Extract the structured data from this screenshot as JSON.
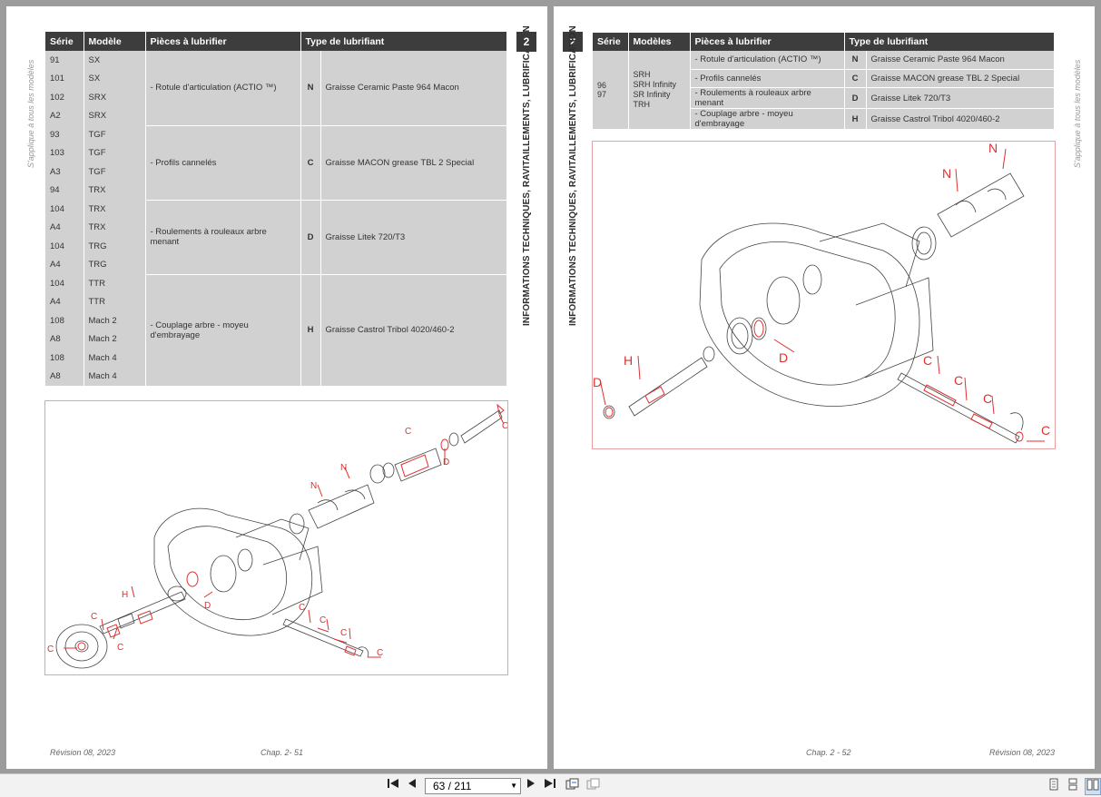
{
  "left_page": {
    "side_note": "S'applique à tous les modèles",
    "vertical_title": "INFORMATIONS TECHNIQUES, RAVITAILLEMENTS, LUBRIFICATION",
    "chapter_number": "2",
    "table": {
      "headers": [
        "Série",
        "Modèle",
        "Pièces à lubrifier",
        "Type de lubrifiant"
      ],
      "rows": [
        {
          "serie": "91",
          "modele": "SX"
        },
        {
          "serie": "101",
          "modele": "SX"
        },
        {
          "serie": "102",
          "modele": "SRX"
        },
        {
          "serie": "A2",
          "modele": "SRX"
        },
        {
          "serie": "93",
          "modele": "TGF"
        },
        {
          "serie": "103",
          "modele": "TGF"
        },
        {
          "serie": "A3",
          "modele": "TGF"
        },
        {
          "serie": "94",
          "modele": "TRX"
        },
        {
          "serie": "104",
          "modele": "TRX"
        },
        {
          "serie": "A4",
          "modele": "TRX"
        },
        {
          "serie": "104",
          "modele": "TRG"
        },
        {
          "serie": "A4",
          "modele": "TRG"
        },
        {
          "serie": "104",
          "modele": "TTR"
        },
        {
          "serie": "A4",
          "modele": "TTR"
        },
        {
          "serie": "108",
          "modele": "Mach 2"
        },
        {
          "serie": "A8",
          "modele": "Mach 2"
        },
        {
          "serie": "108",
          "modele": "Mach 4"
        },
        {
          "serie": "A8",
          "modele": "Mach 4"
        }
      ],
      "groups": [
        {
          "piece": "- Rotule d'articulation (ACTIO ™)",
          "code": "N",
          "lubrifiant": "Graisse Ceramic Paste 964 Macon"
        },
        {
          "piece": "- Profils cannelés",
          "code": "C",
          "lubrifiant": "Graisse MACON grease TBL 2 Special"
        },
        {
          "piece": "- Roulements à rouleaux arbre menant",
          "code": "D",
          "lubrifiant": "Graisse Litek 720/T3"
        },
        {
          "piece": "- Couplage arbre - moyeu d'embrayage",
          "code": "H",
          "lubrifiant": "Graisse Castrol Tribol 4020/460-2"
        }
      ]
    },
    "diagram_labels": [
      "C",
      "C",
      "N",
      "N",
      "D",
      "H",
      "D",
      "C",
      "C",
      "C",
      "C",
      "C",
      "C",
      "C"
    ],
    "footer_left": "Révision 08, 2023",
    "footer_center": "Chap. 2- 51"
  },
  "right_page": {
    "side_note": "S'applique à tous les modèles",
    "vertical_title": "INFORMATIONS TECHNIQUES, RAVITAILLEMENTS, LUBRIFICATION",
    "chapter_number": "2",
    "table": {
      "headers": [
        "Série",
        "Modèles",
        "Pièces à lubrifier",
        "Type de lubrifiant"
      ],
      "serie": "96\n97",
      "modeles": "SRH\nSRH Infinity\nSR Infinity\nTRH",
      "rows": [
        {
          "piece": "- Rotule d'articulation (ACTIO ™)",
          "code": "N",
          "lubrifiant": "Graisse Ceramic Paste 964 Macon"
        },
        {
          "piece": "- Profils cannelés",
          "code": "C",
          "lubrifiant": "Graisse MACON grease TBL 2 Special"
        },
        {
          "piece": "- Roulements à rouleaux arbre menant",
          "code": "D",
          "lubrifiant": "Graisse Litek 720/T3"
        },
        {
          "piece": "- Couplage arbre - moyeu d'embrayage",
          "code": "H",
          "lubrifiant": "Graisse Castrol Tribol 4020/460-2"
        }
      ]
    },
    "diagram_labels": [
      "N",
      "N",
      "D",
      "H",
      "D",
      "C",
      "C",
      "C",
      "C"
    ],
    "footer_center": "Chap. 2 - 52",
    "footer_right": "Révision 08, 2023"
  },
  "toolbar": {
    "first_icon": "first-page-icon",
    "prev_icon": "prev-page-icon",
    "page_value": "63 / 211",
    "next_icon": "next-page-icon",
    "last_icon": "last-page-icon",
    "accent_color": "#e03030"
  }
}
